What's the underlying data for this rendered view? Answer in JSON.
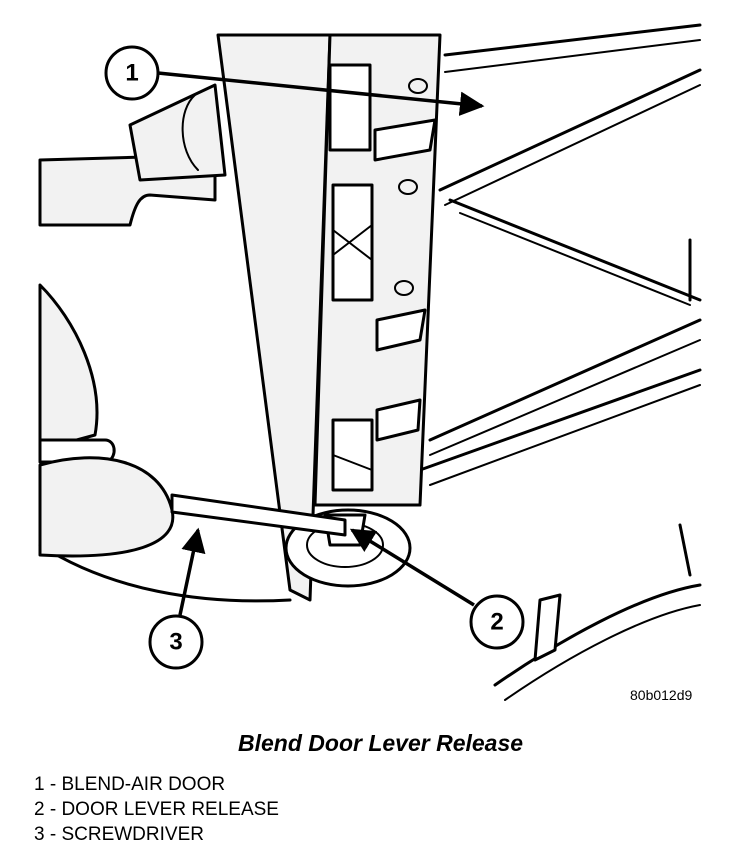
{
  "figure": {
    "reference_code": "80b012d9",
    "callouts": [
      {
        "number": "1"
      },
      {
        "number": "2"
      },
      {
        "number": "3"
      }
    ]
  },
  "caption": "Blend Door Lever Release",
  "legend": [
    {
      "text": "1 - BLEND-AIR DOOR"
    },
    {
      "text": "2 - DOOR LEVER RELEASE"
    },
    {
      "text": "3 - SCREWDRIVER"
    }
  ]
}
